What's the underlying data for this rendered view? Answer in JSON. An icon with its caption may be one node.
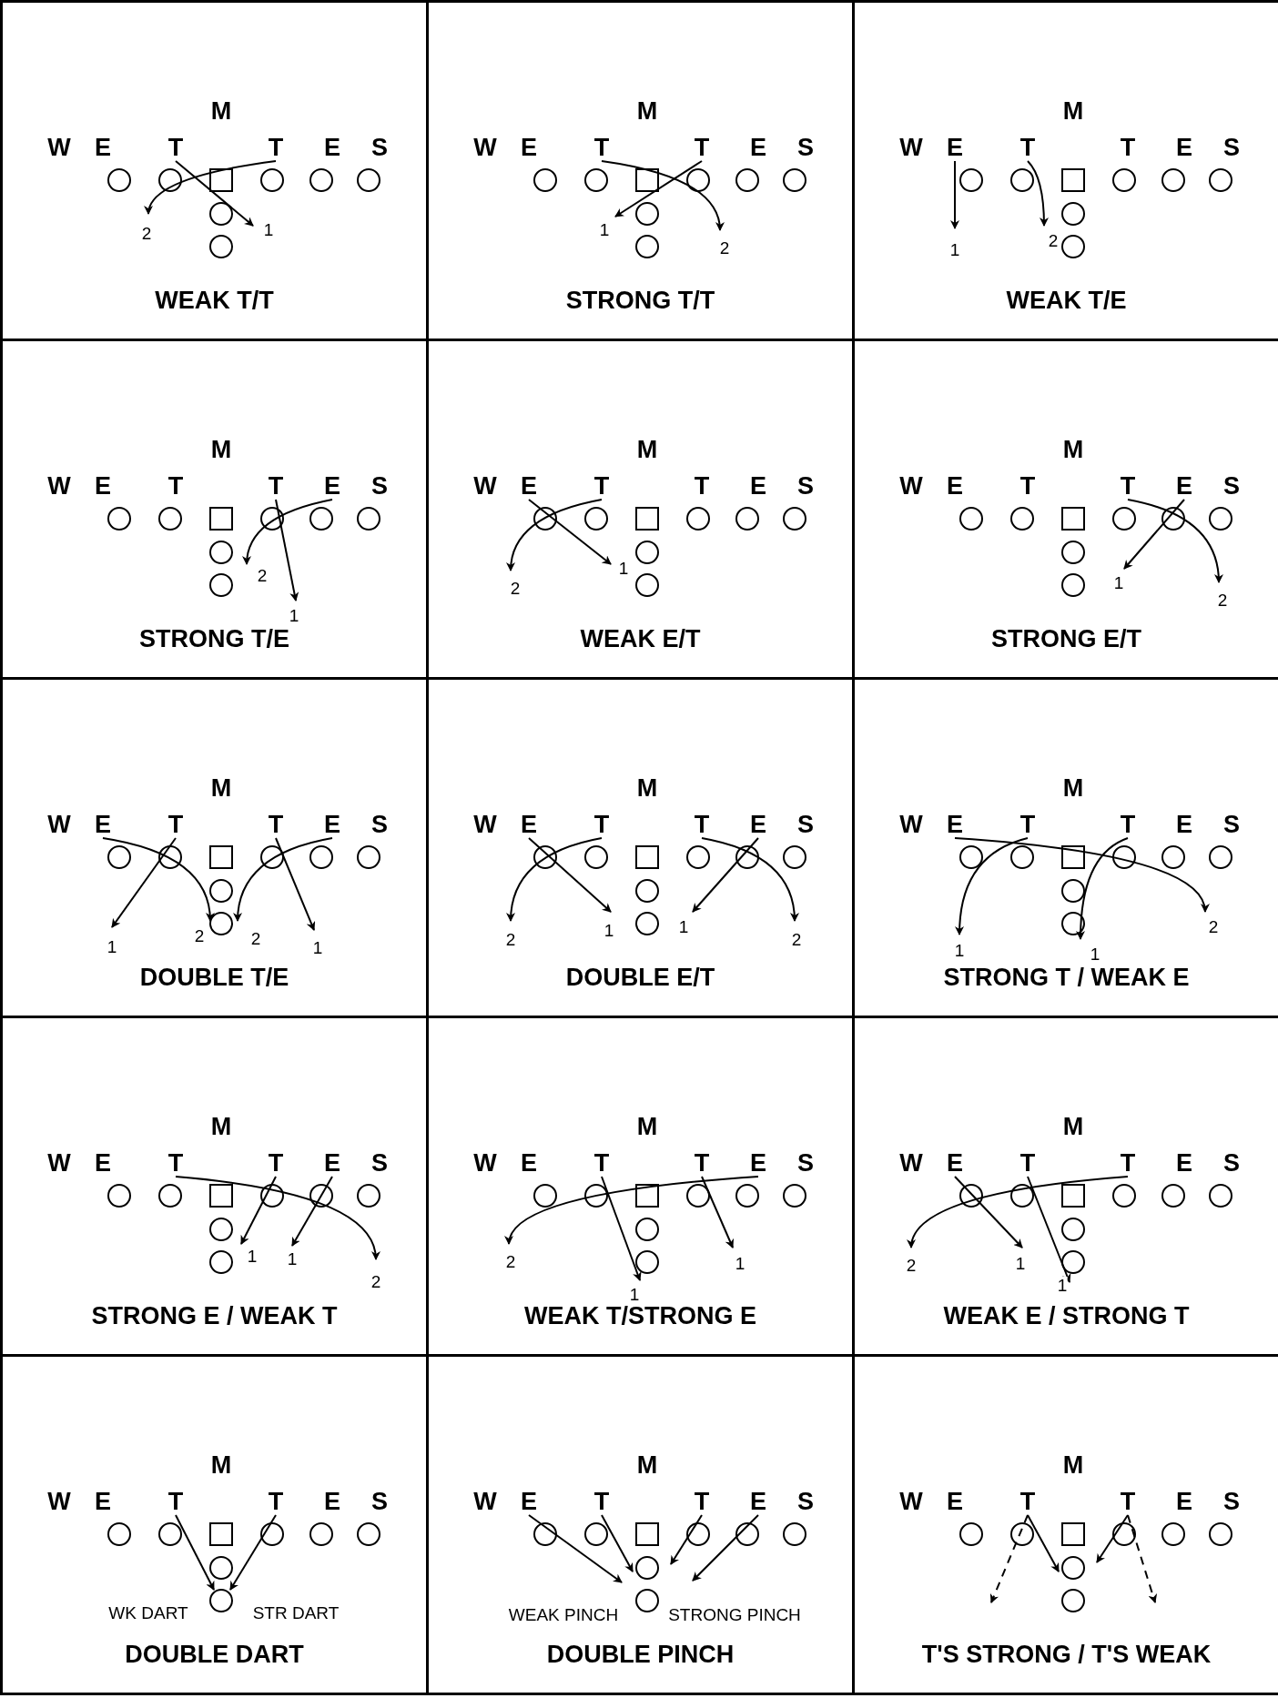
{
  "diagram": {
    "nodes": [
      {
        "text": [
          "WEAK T/T"
        ]
      },
      {
        "text": [
          "M"
        ],
        "in": 0
      },
      {
        "text": [
          "W"
        ],
        "in": 0
      },
      {
        "text": [
          "E"
        ],
        "in": 0
      },
      {
        "text": [
          "T"
        ],
        "in": 0
      },
      {
        "text": [
          "T"
        ],
        "in": 0
      },
      {
        "text": [
          "E"
        ],
        "in": 0
      },
      {
        "text": [
          "S"
        ],
        "in": 0
      },
      {
        "text": [
          "STRONG T/T"
        ]
      },
      {
        "text": [
          "M"
        ],
        "in": 8
      },
      {
        "text": [
          "W"
        ],
        "in": 8
      },
      {
        "text": [
          "E"
        ],
        "in": 8
      },
      {
        "text": [
          "T"
        ],
        "in": 8
      },
      {
        "text": [
          "T"
        ],
        "in": 8
      },
      {
        "text": [
          "E"
        ],
        "in": 8
      },
      {
        "text": [
          "S"
        ],
        "in": 8
      },
      {
        "text": [
          "WEAK T/E"
        ]
      },
      {
        "text": [
          "M"
        ],
        "in": 16
      },
      {
        "text": [
          "W"
        ],
        "in": 16
      },
      {
        "text": [
          "E"
        ],
        "in": 16
      },
      {
        "text": [
          "T"
        ],
        "in": 16
      },
      {
        "text": [
          "T"
        ],
        "in": 16
      },
      {
        "text": [
          "E"
        ],
        "in": 16
      },
      {
        "text": [
          "S"
        ],
        "in": 16
      },
      {
        "text": [
          "STRONG T/E"
        ]
      },
      {
        "text": [
          "M"
        ],
        "in": 24
      },
      {
        "text": [
          "W"
        ],
        "in": 24
      },
      {
        "text": [
          "E"
        ],
        "in": 24
      },
      {
        "text": [
          "T"
        ],
        "in": 24
      },
      {
        "text": [
          "T"
        ],
        "in": 24
      },
      {
        "text": [
          "E"
        ],
        "in": 24
      },
      {
        "text": [
          "S"
        ],
        "in": 24
      },
      {
        "text": [
          "WEAK E/T"
        ]
      },
      {
        "text": [
          "M"
        ],
        "in": 32
      },
      {
        "text": [
          "W"
        ],
        "in": 32
      },
      {
        "text": [
          "E"
        ],
        "in": 32
      },
      {
        "text": [
          "T"
        ],
        "in": 32
      },
      {
        "text": [
          "T"
        ],
        "in": 32
      },
      {
        "text": [
          "E"
        ],
        "in": 32
      },
      {
        "text": [
          "S"
        ],
        "in": 32
      },
      {
        "text": [
          "STRONG E/T"
        ]
      },
      {
        "text": [
          "M"
        ],
        "in": 40
      },
      {
        "text": [
          "W"
        ],
        "in": 40
      },
      {
        "text": [
          "E"
        ],
        "in": 40
      },
      {
        "text": [
          "T"
        ],
        "in": 40
      },
      {
        "text": [
          "T"
        ],
        "in": 40
      },
      {
        "text": [
          "E"
        ],
        "in": 40
      },
      {
        "text": [
          "S"
        ],
        "in": 40
      },
      {
        "text": [
          "DOUBLE T/E"
        ]
      },
      {
        "text": [
          "M"
        ],
        "in": 48
      },
      {
        "text": [
          "W"
        ],
        "in": 48
      },
      {
        "text": [
          "E"
        ],
        "in": 48
      },
      {
        "text": [
          "T"
        ],
        "in": 48
      },
      {
        "text": [
          "T"
        ],
        "in": 48
      },
      {
        "text": [
          "E"
        ],
        "in": 48
      },
      {
        "text": [
          "S"
        ],
        "in": 48
      },
      {
        "text": [
          "DOUBLE E/T"
        ]
      },
      {
        "text": [
          "M"
        ],
        "in": 56
      },
      {
        "text": [
          "W"
        ],
        "in": 56
      },
      {
        "text": [
          "E"
        ],
        "in": 56
      },
      {
        "text": [
          "T"
        ],
        "in": 56
      },
      {
        "text": [
          "T"
        ],
        "in": 56
      },
      {
        "text": [
          "E"
        ],
        "in": 56
      },
      {
        "text": [
          "S"
        ],
        "in": 56
      },
      {
        "text": [
          "STRONG T / WEAK E"
        ]
      },
      {
        "text": [
          "M"
        ],
        "in": 64
      },
      {
        "text": [
          "W"
        ],
        "in": 64
      },
      {
        "text": [
          "E"
        ],
        "in": 64
      },
      {
        "text": [
          "T"
        ],
        "in": 64
      },
      {
        "text": [
          "T"
        ],
        "in": 64
      },
      {
        "text": [
          "E"
        ],
        "in": 64
      },
      {
        "text": [
          "S"
        ],
        "in": 64
      },
      {
        "text": [
          "STRONG E / WEAK T"
        ]
      },
      {
        "text": [
          "M"
        ],
        "in": 72
      },
      {
        "text": [
          "W"
        ],
        "in": 72
      },
      {
        "text": [
          "E"
        ],
        "in": 72
      },
      {
        "text": [
          "T"
        ],
        "in": 72
      },
      {
        "text": [
          "T"
        ],
        "in": 72
      },
      {
        "text": [
          "E"
        ],
        "in": 72
      },
      {
        "text": [
          "S"
        ],
        "in": 72
      },
      {
        "text": [
          "WEAK T/STRONG E"
        ]
      },
      {
        "text": [
          "M"
        ],
        "in": 80
      },
      {
        "text": [
          "W"
        ],
        "in": 80
      },
      {
        "text": [
          "E"
        ],
        "in": 80
      },
      {
        "text": [
          "T"
        ],
        "in": 80
      },
      {
        "text": [
          "T"
        ],
        "in": 80
      },
      {
        "text": [
          "E"
        ],
        "in": 80
      },
      {
        "text": [
          "S"
        ],
        "in": 80
      },
      {
        "text": [
          "WEAK E / STRONG T"
        ]
      },
      {
        "text": [
          "M"
        ],
        "in": 88
      },
      {
        "text": [
          "W"
        ],
        "in": 88
      },
      {
        "text": [
          "E"
        ],
        "in": 88
      },
      {
        "text": [
          "T"
        ],
        "in": 88
      },
      {
        "text": [
          "T"
        ],
        "in": 88
      },
      {
        "text": [
          "E"
        ],
        "in": 88
      },
      {
        "text": [
          "S"
        ],
        "in": 88
      },
      {
        "text": [
          "DOUBLE DART"
        ]
      },
      {
        "text": [
          "M"
        ],
        "in": 96
      },
      {
        "text": [
          "W"
        ],
        "in": 96
      },
      {
        "text": [
          "E"
        ],
        "in": 96
      },
      {
        "text": [
          "T"
        ],
        "in": 96
      },
      {
        "text": [
          "T"
        ],
        "in": 96
      },
      {
        "text": [
          "E"
        ],
        "in": 96
      },
      {
        "text": [
          "S"
        ],
        "in": 96
      },
      {
        "text": [
          "DOUBLE PINCH"
        ]
      },
      {
        "text": [
          "M"
        ],
        "in": 104
      },
      {
        "text": [
          "W"
        ],
        "in": 104
      },
      {
        "text": [
          "E"
        ],
        "in": 104
      },
      {
        "text": [
          "T"
        ],
        "in": 104
      },
      {
        "text": [
          "T"
        ],
        "in": 104
      },
      {
        "text": [
          "E"
        ],
        "in": 104
      },
      {
        "text": [
          "S"
        ],
        "in": 104
      },
      {
        "text": [
          "T'S STRONG / T'S WEAK"
        ]
      },
      {
        "text": [
          "M"
        ],
        "in": 112
      },
      {
        "text": [
          "W"
        ],
        "in": 112
      },
      {
        "text": [
          "E"
        ],
        "in": 112
      },
      {
        "text": [
          "T"
        ],
        "in": 112
      },
      {
        "text": [
          "T"
        ],
        "in": 112
      },
      {
        "text": [
          "E"
        ],
        "in": 112
      },
      {
        "text": [
          "S"
        ],
        "in": 112
      }
    ],
    "edges": [
      {
        "from": 4,
        "to": null,
        "arrow": "to",
        "label": "1"
      },
      {
        "from": 5,
        "to": null,
        "arrow": "to",
        "label": "2"
      },
      {
        "from": 13,
        "to": null,
        "arrow": "to",
        "label": "1"
      },
      {
        "from": 12,
        "to": null,
        "arrow": "to",
        "label": "2"
      },
      {
        "from": 19,
        "to": null,
        "arrow": "to",
        "label": "1"
      },
      {
        "from": 20,
        "to": null,
        "arrow": "to",
        "label": "2"
      },
      {
        "from": 29,
        "to": null,
        "arrow": "to",
        "label": "1"
      },
      {
        "from": 30,
        "to": null,
        "arrow": "to",
        "label": "2"
      },
      {
        "from": 35,
        "to": null,
        "arrow": "to",
        "label": "1"
      },
      {
        "from": 36,
        "to": null,
        "arrow": "to",
        "label": "2"
      },
      {
        "from": 46,
        "to": null,
        "arrow": "to",
        "label": "1"
      },
      {
        "from": 45,
        "to": null,
        "arrow": "to",
        "label": "2"
      },
      {
        "from": 52,
        "to": null,
        "arrow": "to",
        "label": "1"
      },
      {
        "from": 51,
        "to": null,
        "arrow": "to",
        "label": "2"
      },
      {
        "from": 53,
        "to": null,
        "arrow": "to",
        "label": "1"
      },
      {
        "from": 54,
        "to": null,
        "arrow": "to",
        "label": "2"
      },
      {
        "from": 59,
        "to": null,
        "arrow": "to",
        "label": "1"
      },
      {
        "from": 60,
        "to": null,
        "arrow": "to",
        "label": "2"
      },
      {
        "from": 62,
        "to": null,
        "arrow": "to",
        "label": "1"
      },
      {
        "from": 61,
        "to": null,
        "arrow": "to",
        "label": "2"
      },
      {
        "from": 68,
        "to": null,
        "arrow": "to",
        "label": "1"
      },
      {
        "from": 67,
        "to": null,
        "arrow": "to",
        "label": "2"
      },
      {
        "from": 69,
        "to": null,
        "arrow": "to",
        "label": "1"
      },
      {
        "from": 76,
        "to": null,
        "arrow": "to",
        "label": "2"
      },
      {
        "from": 77,
        "to": null,
        "arrow": "to",
        "label": "1"
      },
      {
        "from": 78,
        "to": null,
        "arrow": "to",
        "label": "1"
      },
      {
        "from": 84,
        "to": null,
        "arrow": "to",
        "label": "1"
      },
      {
        "from": 85,
        "to": null,
        "arrow": "to",
        "label": "1"
      },
      {
        "from": 86,
        "to": null,
        "arrow": "to",
        "label": "2"
      },
      {
        "from": 91,
        "to": null,
        "arrow": "to",
        "label": "1"
      },
      {
        "from": 92,
        "to": null,
        "arrow": "to",
        "label": "1"
      },
      {
        "from": 93,
        "to": null,
        "arrow": "to",
        "label": "2"
      },
      {
        "from": 100,
        "to": null,
        "arrow": "to",
        "label": "WK DART"
      },
      {
        "from": 101,
        "to": null,
        "arrow": "to",
        "label": "STR DART"
      },
      {
        "from": 107,
        "to": null,
        "arrow": "to",
        "label": "WEAK PINCH"
      },
      {
        "from": 108,
        "to": null,
        "arrow": "to"
      },
      {
        "from": 109,
        "to": null,
        "arrow": "to"
      },
      {
        "from": 110,
        "to": null,
        "arrow": "to",
        "label": "STRONG PINCH"
      },
      {
        "from": 116,
        "to": null,
        "arrow": "to"
      },
      {
        "from": 116,
        "to": null,
        "arrow": "to",
        "style": "dashed"
      },
      {
        "from": 117,
        "to": null,
        "arrow": "to"
      },
      {
        "from": 117,
        "to": null,
        "arrow": "to",
        "style": "dashed"
      }
    ]
  }
}
